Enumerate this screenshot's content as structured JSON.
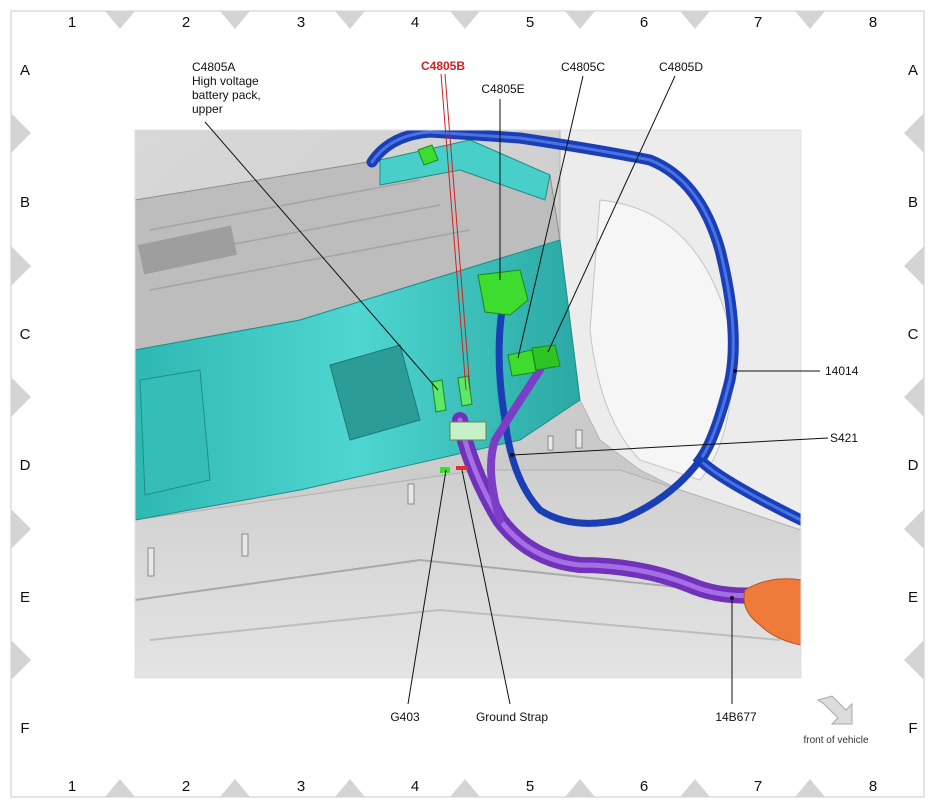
{
  "grid": {
    "columns": [
      "1",
      "2",
      "3",
      "4",
      "5",
      "6",
      "7",
      "8"
    ],
    "rows": [
      "A",
      "B",
      "C",
      "D",
      "E",
      "F"
    ]
  },
  "callouts": {
    "c4805a": [
      "C4805A",
      "High voltage",
      "battery pack,",
      "upper"
    ],
    "c4805b": "C4805B",
    "c4805e": "C4805E",
    "c4805c": "C4805C",
    "c4805d": "C4805D",
    "harness_14014": "14014",
    "s421": "S421",
    "g403": "G403",
    "ground_strap": "Ground Strap",
    "harness_14b677": "14B677"
  },
  "orientation": {
    "front_of_vehicle": "front of vehicle"
  },
  "colors": {
    "battery_cyan": "#3fc9c4",
    "harness_blue": "#1a3fb5",
    "harness_purple": "#7d3ec7",
    "connector_green": "#3ddc2f",
    "connector_orange": "#f07a3a",
    "highlight_red": "#cc2222"
  }
}
